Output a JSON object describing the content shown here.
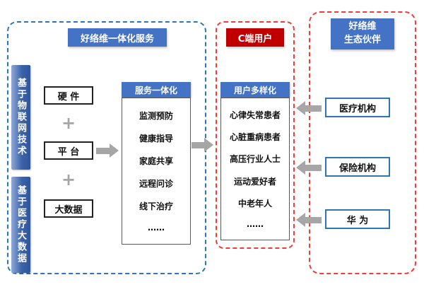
{
  "colors": {
    "accent_blue": "#4472C4",
    "accent_red": "#C00000",
    "outline_blue": "#2E75B6",
    "outline_red": "#F23B3B",
    "arrow_gray": "#A6A6A6"
  },
  "left_panel": {
    "title": "好络维一体化服务",
    "vertical_labels": [
      "基于物联网技术",
      "基于医疗大数据"
    ],
    "stack_boxes": [
      "硬 件",
      "平 台",
      "大数据"
    ],
    "plus_sign": "+",
    "service": {
      "header": "服务一体化",
      "items": [
        "监测预防",
        "健康指导",
        "家庭共享",
        "远程问诊",
        "线下治疗",
        "……"
      ]
    }
  },
  "middle_panel": {
    "title": "C端用户",
    "users": {
      "header": "用户多样化",
      "items": [
        "心律失常患者",
        "心脏重病患者",
        "高压行业人士",
        "运动爱好者",
        "中老年人",
        "……"
      ]
    }
  },
  "right_panel": {
    "title_line1": "好络维",
    "title_line2": "生态伙伴",
    "partners": [
      "医疗机构",
      "保险机构",
      "华 为"
    ]
  }
}
